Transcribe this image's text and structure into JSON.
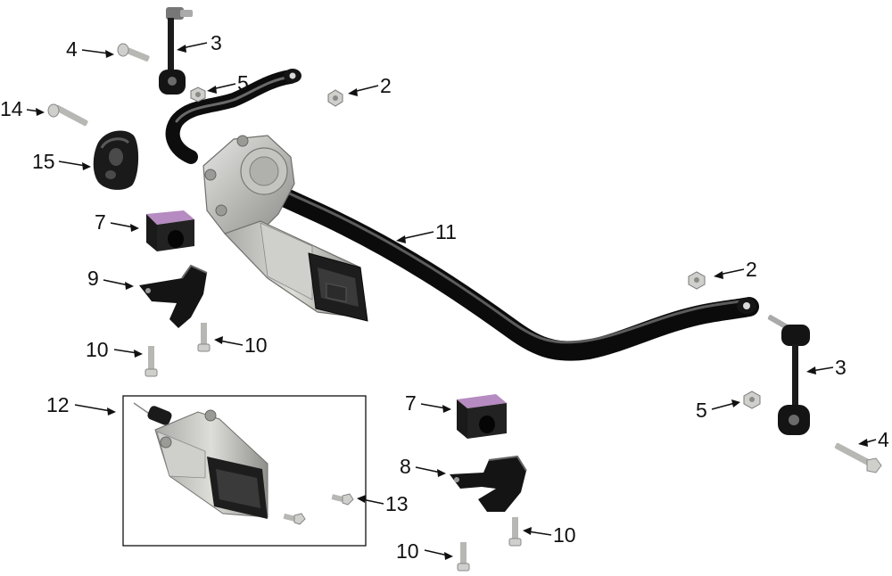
{
  "callouts": {
    "c2a": "2",
    "c2b": "2",
    "c3a": "3",
    "c3b": "3",
    "c4a": "4",
    "c4b": "4",
    "c5a": "5",
    "c5b": "5",
    "c7a": "7",
    "c7b": "7",
    "c8": "8",
    "c9": "9",
    "c10a": "10",
    "c10b": "10",
    "c10c": "10",
    "c10d": "10",
    "c11": "11",
    "c12": "12",
    "c13": "13",
    "c14": "14",
    "c15": "15"
  },
  "colors": {
    "bar": "#121212",
    "bushing_top": "#b68bc1",
    "rubber": "#1b1b1b",
    "housing": "#c9c9c7",
    "steel": "#bdbdbd"
  }
}
